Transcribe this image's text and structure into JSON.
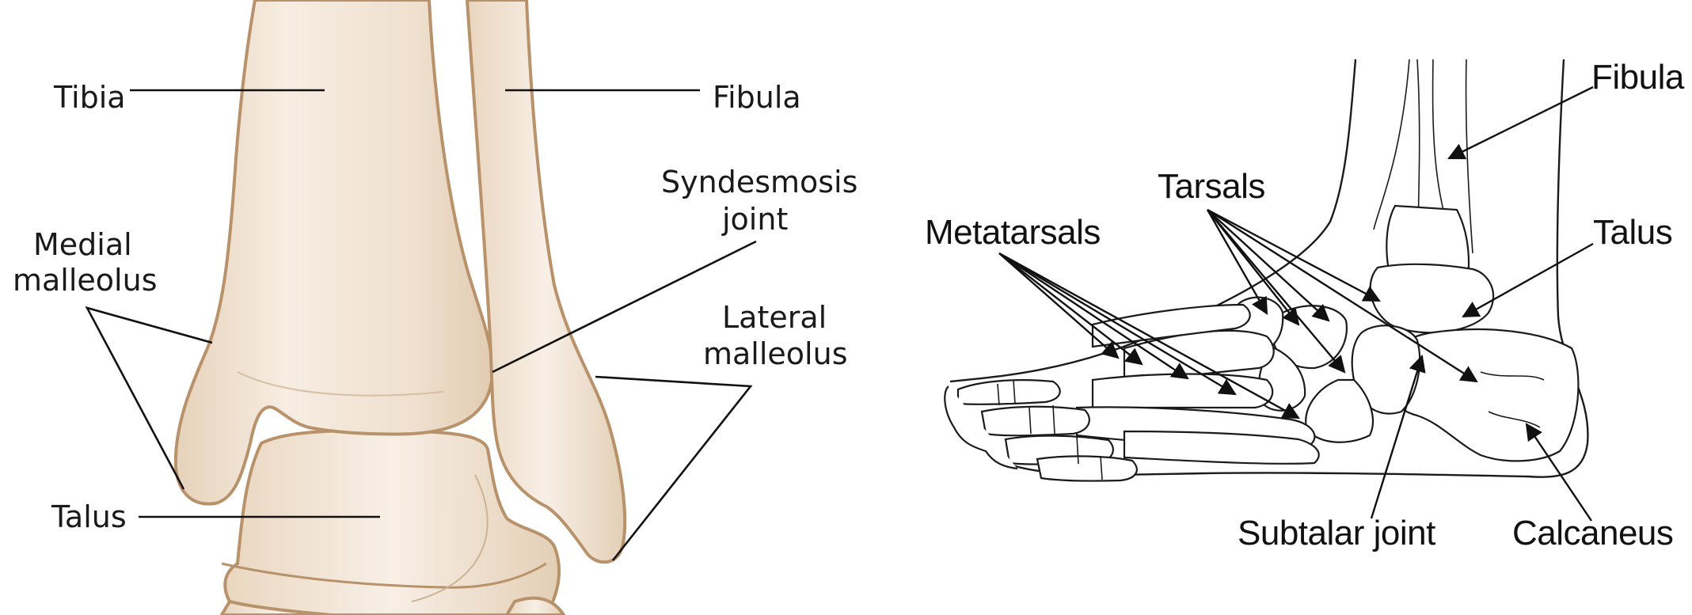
{
  "left_panel": {
    "labels": {
      "tibia": "Tibia",
      "fibula": "Fibula",
      "syndesmosis_line1": "Syndesmosis",
      "syndesmosis_line2": "joint",
      "medial_line1": "Medial",
      "medial_line2": "malleolus",
      "lateral_line1": "Lateral",
      "lateral_line2": "malleolus",
      "talus": "Talus"
    }
  },
  "right_panel": {
    "labels": {
      "fibula": "Fibula",
      "tarsals": "Tarsals",
      "metatarsals": "Metatarsals",
      "talus": "Talus",
      "subtalar": "Subtalar joint",
      "calcaneus": "Calcaneus"
    }
  },
  "colors": {
    "bone_light": "#f6ebe0",
    "bone_mid": "#ead8c2",
    "bone_outline": "#b8926a",
    "ink": "#111111"
  }
}
